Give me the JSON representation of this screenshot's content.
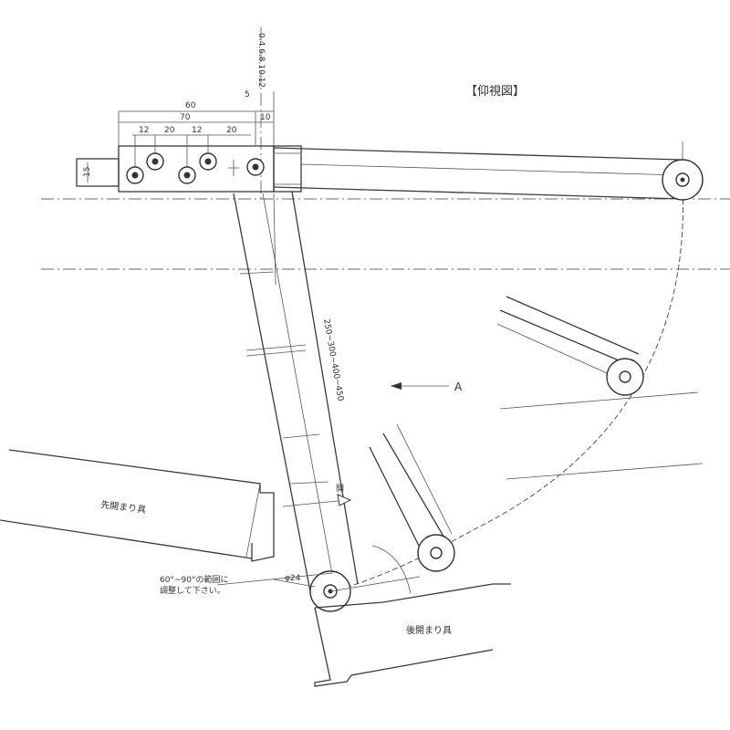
{
  "view_title": "【仰視図】",
  "labels": {
    "front_frame": "先開まり具",
    "rear_frame": "後開まり具",
    "view_arrow": "A",
    "angle_note_1": "60°~90°の範囲に",
    "angle_note_2": "調整して下さい。",
    "diameter": "φ24",
    "direction_mark": "開",
    "rod_length": "250~300~400~450"
  },
  "dimensions": {
    "overall": "60",
    "width": "70",
    "left_end": "10",
    "spacing": [
      "12",
      "20",
      "12",
      "20"
    ],
    "small_top": "5",
    "height": "15",
    "vertical_series": "0.4.6.8.10.12"
  }
}
